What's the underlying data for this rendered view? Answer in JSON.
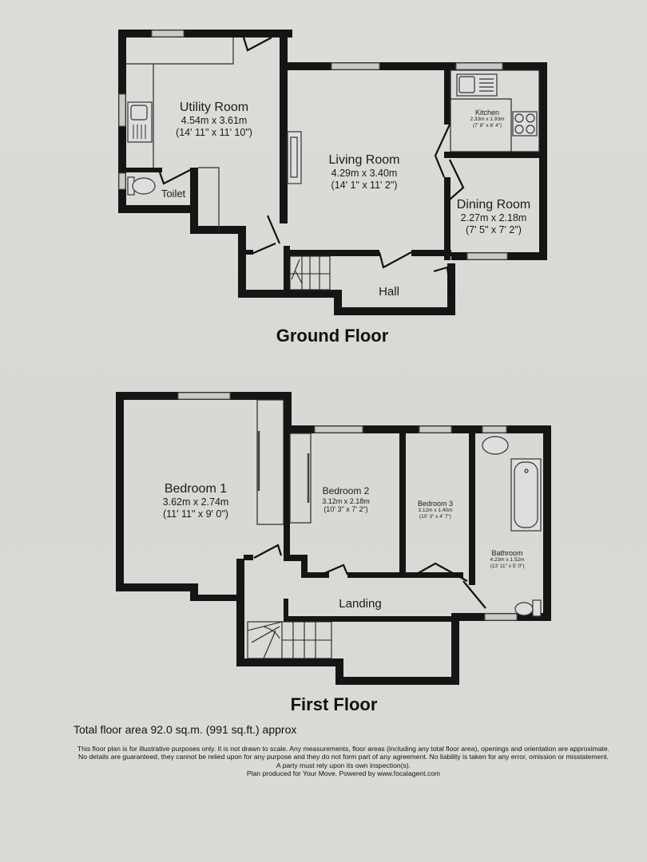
{
  "floors": {
    "ground": {
      "heading": "Ground Floor",
      "rooms": {
        "utility": {
          "name": "Utility Room",
          "metric": "4.54m x 3.61m",
          "imperial": "(14' 11\" x 11' 10\")"
        },
        "toilet": {
          "name": "Toilet"
        },
        "living": {
          "name": "Living Room",
          "metric": "4.29m x 3.40m",
          "imperial": "(14' 1\" x 11' 2\")"
        },
        "kitchen": {
          "name": "Kitchen",
          "metric": "2.33m x 1.93m",
          "imperial": "(7' 8\" x 6' 4\")"
        },
        "dining": {
          "name": "Dining Room",
          "metric": "2.27m x 2.18m",
          "imperial": "(7' 5\" x 7' 2\")"
        },
        "hall": {
          "name": "Hall"
        }
      }
    },
    "first": {
      "heading": "First Floor",
      "rooms": {
        "bedroom1": {
          "name": "Bedroom 1",
          "metric": "3.62m x 2.74m",
          "imperial": "(11' 11\" x 9' 0\")"
        },
        "bedroom2": {
          "name": "Bedroom 2",
          "metric": "3.12m x 2.18m",
          "imperial": "(10' 3\" x 7' 2\")"
        },
        "bedroom3": {
          "name": "Bedroom 3",
          "metric": "3.12m x 1.40m",
          "imperial": "(10' 3\" x 4' 7\")"
        },
        "bathroom": {
          "name": "Bathroom",
          "metric": "4.23m x 1.52m",
          "imperial": "(13' 11\" x 5' 0\")"
        },
        "landing": {
          "name": "Landing"
        }
      }
    }
  },
  "footer": {
    "total_area": "Total floor area 92.0 sq.m. (991 sq.ft.) approx",
    "disclaimer_1": "This floor plan is for illustrative purposes only. It is not drawn to scale. Any measurements, floor areas (including any total floor area), openings and orientation are approximate. No details are guaranteed, they cannot be relied upon for any purpose and they do not form part of any agreement. No liability is taken for any error, omission or misstatement. A party must rely upon its own inspection(s).",
    "disclaimer_2": "Plan produced for Your Move. Powered by www.focalagent.com"
  },
  "colors": {
    "paper": "#dcdcd8",
    "wall": "#151515",
    "text": "#1b1b1b"
  }
}
